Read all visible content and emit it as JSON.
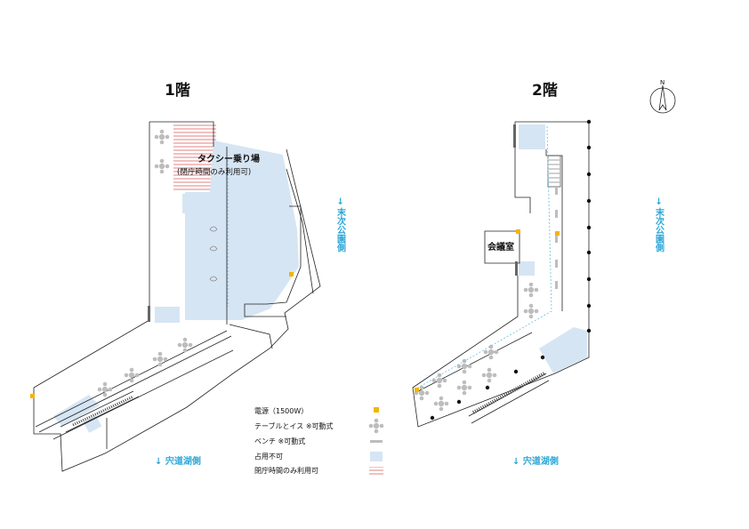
{
  "floors": {
    "f1": {
      "title": "1階"
    },
    "f2": {
      "title": "2階"
    }
  },
  "labels": {
    "taxi": "タクシー乗り場",
    "taxi_note": "(閉庁時間のみ利用可)",
    "meeting_room": "会議室"
  },
  "directions": {
    "east": "→ 末次公園側",
    "south": "↓ 宍道湖側"
  },
  "compass": {
    "north": "N"
  },
  "legend": [
    {
      "label": "電源（1500W）",
      "icon": "power-outlet-icon"
    },
    {
      "label": "テーブルとイス ※可動式",
      "icon": "table-chairs-icon"
    },
    {
      "label": "ベンチ ※可動式",
      "icon": "bench-icon"
    },
    {
      "label": "占用不可",
      "icon": "no-use-area-icon"
    },
    {
      "label": "閉庁時間のみ利用可",
      "icon": "closed-hours-only-icon"
    }
  ],
  "colors": {
    "no_use_area": "#d6e5f3",
    "closed_hours_area": "#e06060",
    "outlet": "#f5b400",
    "furniture": "#bdbdbd",
    "direction": "#2aa6d6",
    "route": "#7cc4df"
  }
}
